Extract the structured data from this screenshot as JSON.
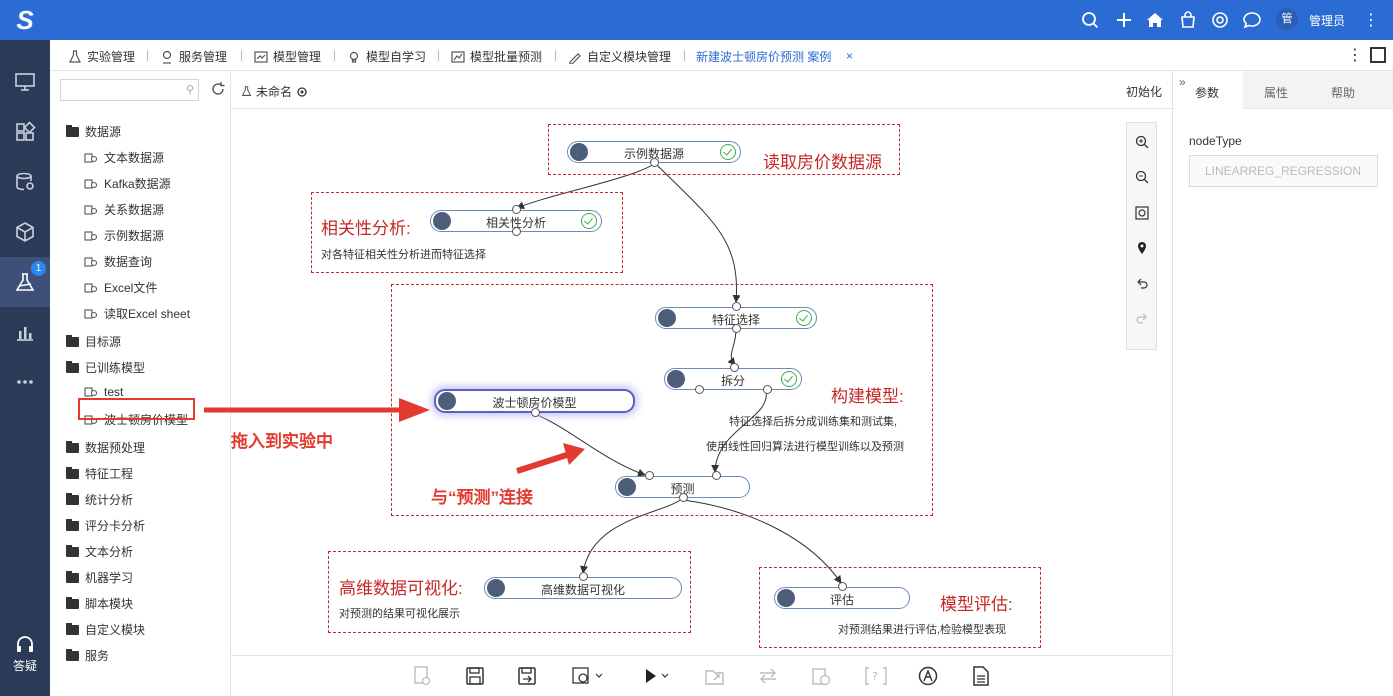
{
  "app": {
    "logo": "S",
    "user_avatar": "管",
    "username": "管理员",
    "help_label": "答疑",
    "nav_badge": "1"
  },
  "tabs": [
    {
      "label": "实验管理"
    },
    {
      "label": "服务管理"
    },
    {
      "label": "模型管理"
    },
    {
      "label": "模型自学习"
    },
    {
      "label": "模型批量预测"
    },
    {
      "label": "自定义模块管理"
    },
    {
      "label": "新建波士顿房价预测 案例"
    }
  ],
  "tab_close": "×",
  "tree": {
    "search_placeholder": "",
    "items": [
      {
        "label": "数据源",
        "type": "folder"
      },
      {
        "label": "文本数据源",
        "type": "leaf"
      },
      {
        "label": "Kafka数据源",
        "type": "leaf"
      },
      {
        "label": "关系数据源",
        "type": "leaf"
      },
      {
        "label": "示例数据源",
        "type": "leaf"
      },
      {
        "label": "数据查询",
        "type": "leaf"
      },
      {
        "label": "Excel文件",
        "type": "leaf"
      },
      {
        "label": "读取Excel sheet",
        "type": "leaf"
      },
      {
        "label": "目标源",
        "type": "folder"
      },
      {
        "label": "已训练模型",
        "type": "folder"
      },
      {
        "label": "test",
        "type": "leaf"
      },
      {
        "label": "波士顿房价模型",
        "type": "leaf"
      },
      {
        "label": "数据预处理",
        "type": "folder"
      },
      {
        "label": "特征工程",
        "type": "folder"
      },
      {
        "label": "统计分析",
        "type": "folder"
      },
      {
        "label": "评分卡分析",
        "type": "folder"
      },
      {
        "label": "文本分析",
        "type": "folder"
      },
      {
        "label": "机器学习",
        "type": "folder"
      },
      {
        "label": "脚本模块",
        "type": "folder"
      },
      {
        "label": "自定义模块",
        "type": "folder"
      },
      {
        "label": "服务",
        "type": "folder"
      }
    ]
  },
  "canvas": {
    "flow_name": "未命名",
    "init_button": "初始化",
    "nodes": {
      "sample_source": "示例数据源",
      "correlation": "相关性分析",
      "feature_select": "特征选择",
      "split": "拆分",
      "boston_model": "波士顿房价模型",
      "predict": "预测",
      "hd_visual": "高维数据可视化",
      "evaluate": "评估"
    },
    "groups": {
      "read": {
        "title": "读取房价数据源"
      },
      "correlation": {
        "title": "相关性分析:",
        "desc": "对各特征相关性分析进而特征选择"
      },
      "build": {
        "title": "构建模型:",
        "desc1": "特征选择后拆分成训练集和测试集,",
        "desc2": "使用线性回归算法进行模型训练以及预测"
      },
      "visual": {
        "title": "高维数据可视化:",
        "desc": "对预测的结果可视化展示"
      },
      "evaluate": {
        "title": "模型评估:",
        "desc": "对预测结果进行评估,检验模型表现"
      }
    },
    "annotations": {
      "drag": "拖入到实验中",
      "connect": "与“预测”连接"
    }
  },
  "right_panel": {
    "tabs": [
      "参数",
      "属性",
      "帮助"
    ],
    "active_tab": "参数",
    "field_label": "nodeType",
    "field_value": "LINEARREG_REGRESSION"
  },
  "colors": {
    "brand_blue": "#2b6cd4",
    "nav_dark": "#2b3a57",
    "annotation_red": "#e23a2e",
    "success_green": "#3dac4d"
  }
}
